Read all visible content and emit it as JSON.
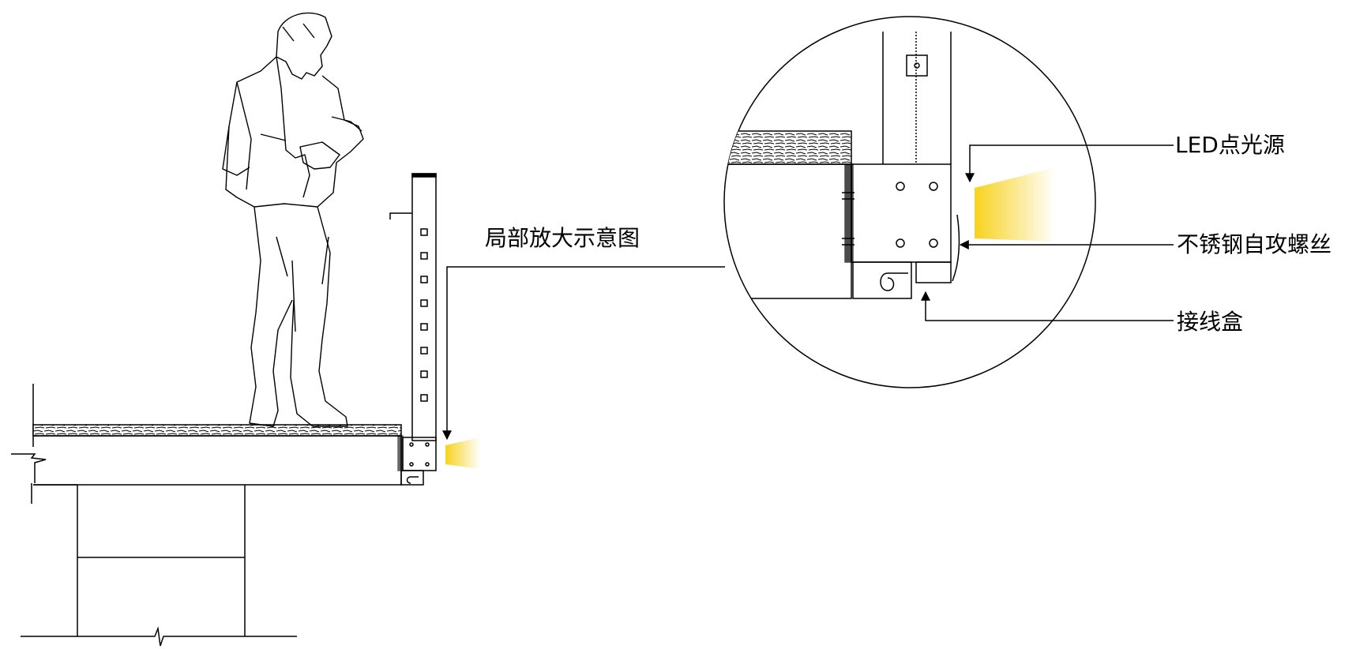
{
  "labels": {
    "detail_title": "局部放大示意图",
    "led_source": "LED点光源",
    "screw": "不锈钢自攻螺丝",
    "junction_box": "接线盒"
  },
  "colors": {
    "line": "#000000",
    "light_beam": "#f7d21e",
    "background": "#ffffff"
  }
}
